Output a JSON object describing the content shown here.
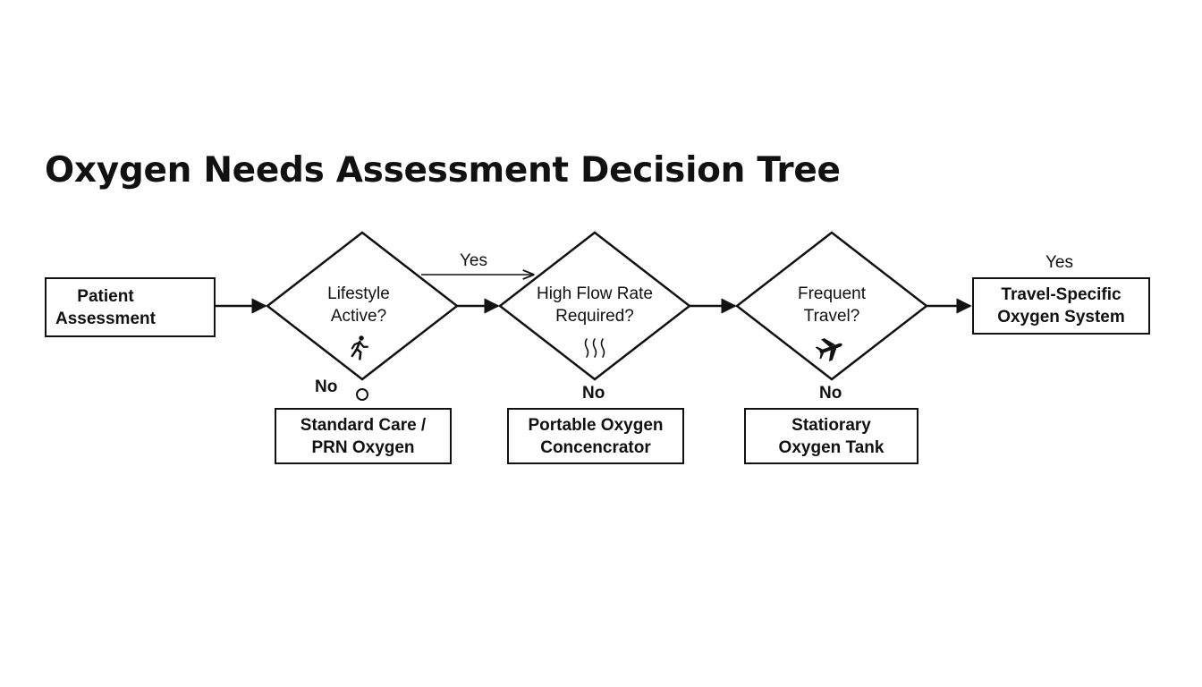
{
  "title": "Oxygen Needs Assessment Decision Tree",
  "nodes": {
    "patient_assessment": {
      "label": "Patient\nAssessment",
      "icon": "running-person-icon"
    },
    "lifestyle_active": {
      "label": "Lifestyle\nActive?",
      "icon": "running-person-icon"
    },
    "high_flow_rate": {
      "label": "High Flow Rate\nRequired?",
      "icon": "airflow-waves-icon"
    },
    "frequent_travel": {
      "label": "Frequent\nTravel?",
      "icon": "airplane-icon"
    },
    "travel_specific": {
      "label": "Travel-Specific\nOxygen System"
    },
    "standard_care": {
      "label": "Standard Care /\nPRN Oxygen"
    },
    "portable_concentrator": {
      "label": "Portable Oxygen\nConcencrator"
    },
    "stationary_tank": {
      "label": "Statiorary\nOxygen Tank"
    }
  },
  "edges": {
    "yes_top": "Yes",
    "yes_right": "Yes",
    "no_lifestyle": "No",
    "no_flow": "No",
    "no_travel": "No"
  }
}
